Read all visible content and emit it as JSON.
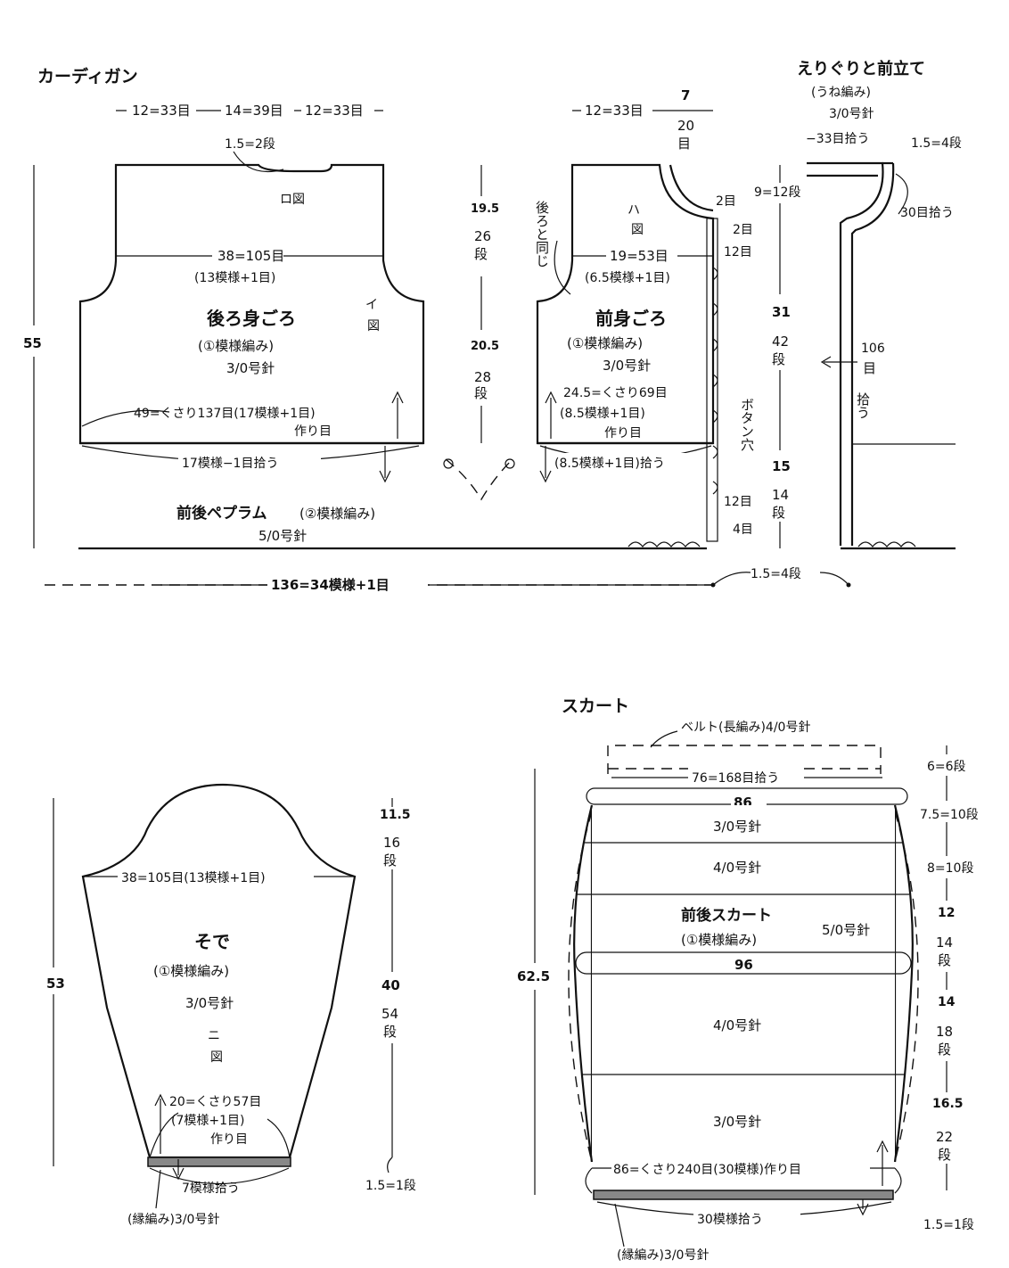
{
  "cardigan": {
    "title": "カーディガン",
    "top_widths": [
      "12=33目",
      "14=39目",
      "12=33目"
    ],
    "back_neck_rows": "1.5=2段",
    "back_neck_ref": "ロ図",
    "back_chest": "38=105目",
    "back_chest_sub": "(13模様+1目)",
    "back_armhole_ref_1": "イ",
    "back_armhole_ref_2": "図",
    "back_name": "後ろ身ごろ",
    "back_pattern": "(①模様編み)",
    "back_needle": "3/0号針",
    "back_hem": "49=くさり137目(17模様+1目)",
    "back_hem_2": "作り目",
    "back_pickup": "17模様−1目拾う",
    "upper_height_1": "19.5",
    "upper_height_2": "26",
    "upper_height_3": "段",
    "lower_height_1": "20.5",
    "lower_height_2": "28",
    "lower_height_3": "段",
    "same_as_back_1": "後ろと同じ",
    "front_top_width": "12=33目",
    "front_neck_1": "7",
    "front_neck_2": "20",
    "front_neck_3": "目",
    "front_neck_ref_1": "ハ",
    "front_neck_ref_2": "図",
    "front_chest": "19=53目",
    "front_chest_sub": "(6.5模様+1目)",
    "front_name": "前身ごろ",
    "front_pattern": "(①模様編み)",
    "front_needle": "3/0号針",
    "front_hem": "24.5=くさり69目",
    "front_hem_2": "(8.5模様+1目)",
    "front_hem_3": "作り目",
    "front_pickup": "(8.5模様+1目)拾う",
    "button_1": "2目",
    "button_2": "2目",
    "button_3": "12目",
    "button_4": "12目",
    "button_5": "4目",
    "buttonhole_label": "ボタン穴",
    "total_height": "55",
    "front_upper_rows": "9=12段",
    "front_mid_1": "31",
    "front_mid_2": "42",
    "front_mid_3": "段",
    "front_low_1": "15",
    "front_low_2": "14",
    "front_low_3": "段",
    "peplum_name": "前後ペプラム",
    "peplum_pattern": "(②模様編み)",
    "peplum_needle": "5/0号針",
    "peplum_total": "136=34模様+1目",
    "band_rows": "1.5=4段"
  },
  "collar": {
    "title": "えりぐりと前立て",
    "pattern": "(うね編み)",
    "needle": "3/0号針",
    "pickup_1": "−33目拾う",
    "rows": "1.5=4段",
    "pickup_2": "30目拾う",
    "pickup_3_1": "106",
    "pickup_3_2": "目",
    "pickup_3_3": "拾う"
  },
  "sleeve": {
    "name": "そで",
    "pattern": "(①模様編み)",
    "needle": "3/0号針",
    "ref_1": "ニ",
    "ref_2": "図",
    "top_width": "38=105目(13模様+1目)",
    "cuff": "20=くさり57目",
    "cuff_2": "(7模様+1目)",
    "cuff_3": "作り目",
    "pickup": "7模様拾う",
    "edge": "(縁編み)3/0号針",
    "height": "53",
    "cap_1": "11.5",
    "cap_2": "16",
    "cap_3": "段",
    "body_1": "40",
    "body_2": "54",
    "body_3": "段",
    "edge_rows": "1.5=1段"
  },
  "skirt": {
    "title": "スカート",
    "belt": "ベルト(長編み)4/0号針",
    "belt_pickup": "76=168目拾う",
    "width_top": "86",
    "needle_1": "3/0号針",
    "needle_2": "4/0号針",
    "name": "前後スカート",
    "pattern": "(①模様編み)",
    "needle_3": "5/0号針",
    "width_mid": "96",
    "needle_4": "4/0号針",
    "needle_5": "3/0号針",
    "hem": "86=くさり240目(30模様)作り目",
    "pickup": "30模様拾う",
    "edge": "(縁編み)3/0号針",
    "height": "62.5",
    "r1": "6=6段",
    "r2": "7.5=10段",
    "r3": "8=10段",
    "r4_1": "12",
    "r4_2": "14",
    "r4_3": "段",
    "r5_1": "14",
    "r5_2": "18",
    "r5_3": "段",
    "r6_1": "16.5",
    "r6_2": "22",
    "r6_3": "段",
    "r7": "1.5=1段"
  }
}
